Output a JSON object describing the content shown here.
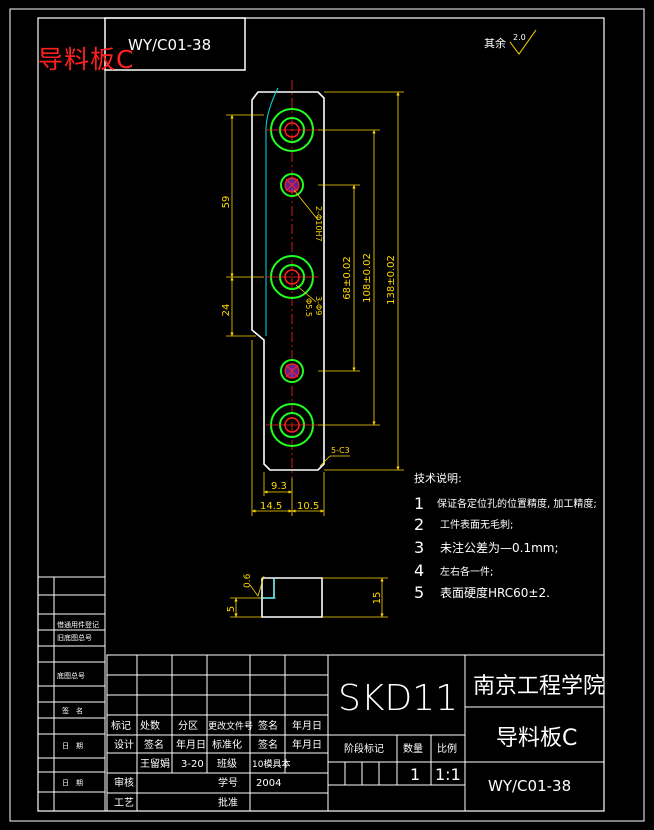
{
  "overlay_title": "导料板C",
  "drawing_code_tab": "WY/C01-38",
  "roughness_note": {
    "label": "其余",
    "value": "2.0"
  },
  "dimensions": {
    "v_59": "59",
    "v_24": "24",
    "v_68": "68±0.02",
    "v_108": "108±0.02",
    "v_138": "138±0.02",
    "h_9_3": "9.3",
    "h_14_5": "14.5",
    "h_10_5": "10.5",
    "chamfer": "5-C3",
    "hole_top": "2-Φ10H7",
    "hole_mid": "3-Φ9",
    "hole_mid2": "Φ5.5",
    "side_thickness": "5",
    "side_height": "15",
    "side_roughness": "0.6"
  },
  "tech_notes": {
    "title": "技术说明:",
    "items": [
      {
        "num": "1",
        "text": "保证各定位孔的位置精度, 加工精度;"
      },
      {
        "num": "2",
        "text": "工件表面无毛刺;"
      },
      {
        "num": "3",
        "text": "未注公差为—0.1mm;"
      },
      {
        "num": "4",
        "text": "左右各一件;"
      },
      {
        "num": "5",
        "text": "表面硬度HRC60±2."
      }
    ]
  },
  "side_labels": [
    "借通用件登记",
    "旧底图总号",
    "底图总号",
    "签　名",
    "日　期",
    "日　期"
  ],
  "title_block": {
    "material": "SKD11",
    "school": "南京工程学院",
    "part_name": "导料板C",
    "drawing_no": "WY/C01-38",
    "stage_label": "阶段标记",
    "qty_label": "数量",
    "scale_label": "比例",
    "qty": "1",
    "scale": "1:1",
    "row_headers": [
      "标记",
      "处数",
      "分区",
      "更改文件号",
      "签名",
      "年月日"
    ],
    "design_row": [
      "设计",
      "签名",
      "年月日",
      "标准化",
      "签名",
      "年月日"
    ],
    "designer": "王留娟",
    "design_date": "3-20",
    "class_label": "班级",
    "class_value": "10模具本",
    "student_label": "学号",
    "student_value": "2004",
    "review_label": "审核",
    "process_label": "工艺",
    "approve_label": "批准"
  }
}
